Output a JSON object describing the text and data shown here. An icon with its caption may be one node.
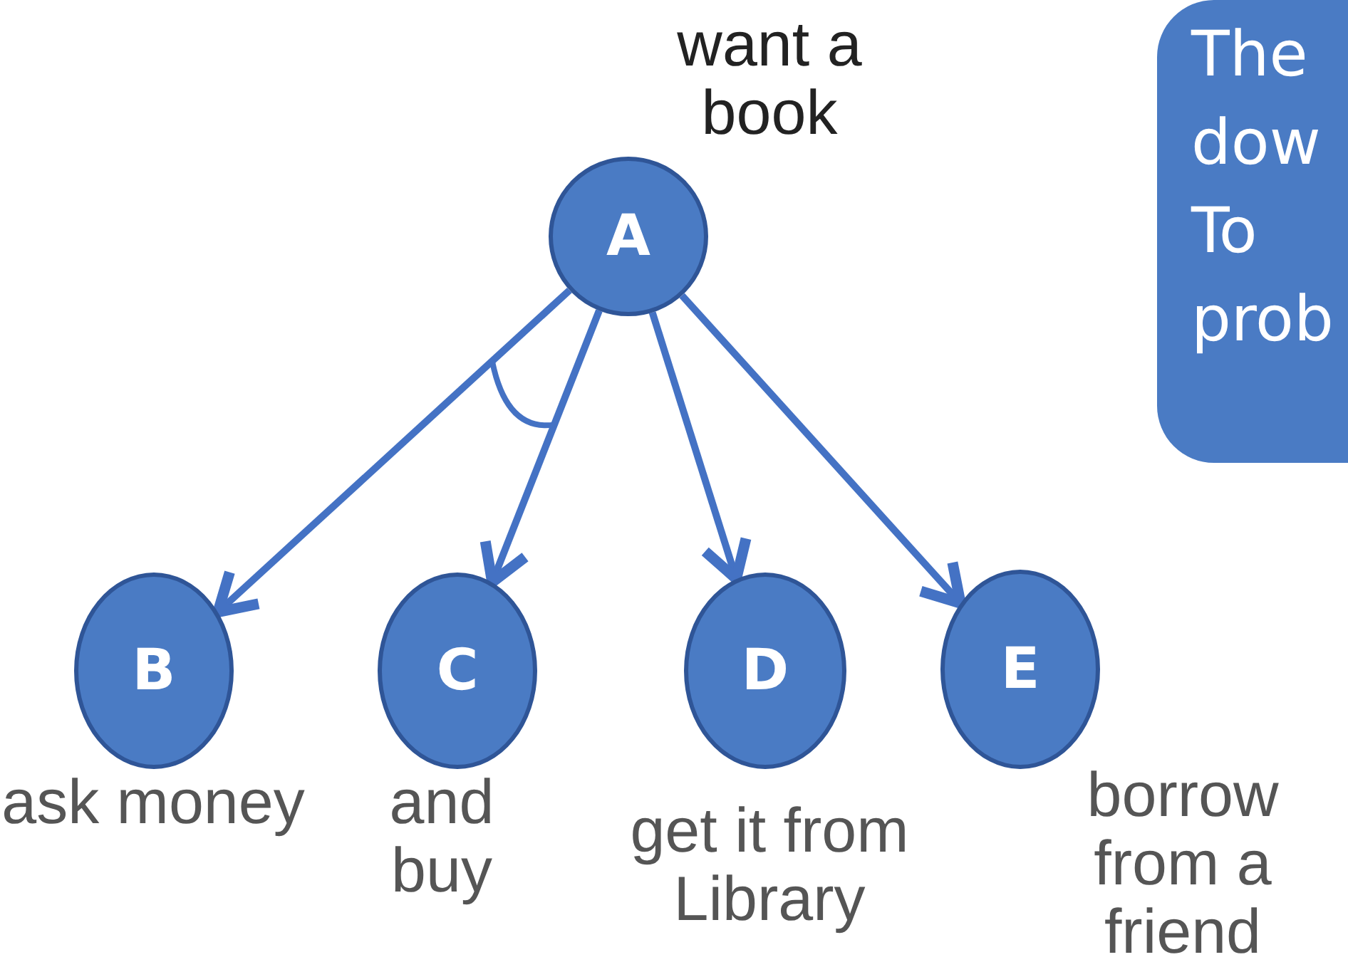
{
  "diagram": {
    "nodes": [
      {
        "text": [
          "A"
        ],
        "beside": [
          "want a book"
        ]
      },
      {
        "text": [
          "B"
        ],
        "beside": [
          "ask money"
        ]
      },
      {
        "text": [
          "C"
        ],
        "beside": [
          "and buy"
        ]
      },
      {
        "text": [
          "D"
        ],
        "beside": [
          "get it from Library"
        ]
      },
      {
        "text": [
          "E"
        ],
        "beside": [
          "borrow from a friend"
        ]
      },
      {
        "text": [
          "The dow To prob"
        ]
      }
    ],
    "edges": [
      {
        "from": 0,
        "to": 1,
        "arrow": "to"
      },
      {
        "from": 0,
        "to": 2,
        "arrow": "to"
      },
      {
        "from": 0,
        "to": 3,
        "arrow": "to"
      },
      {
        "from": 0,
        "to": 4,
        "arrow": "to"
      }
    ]
  }
}
